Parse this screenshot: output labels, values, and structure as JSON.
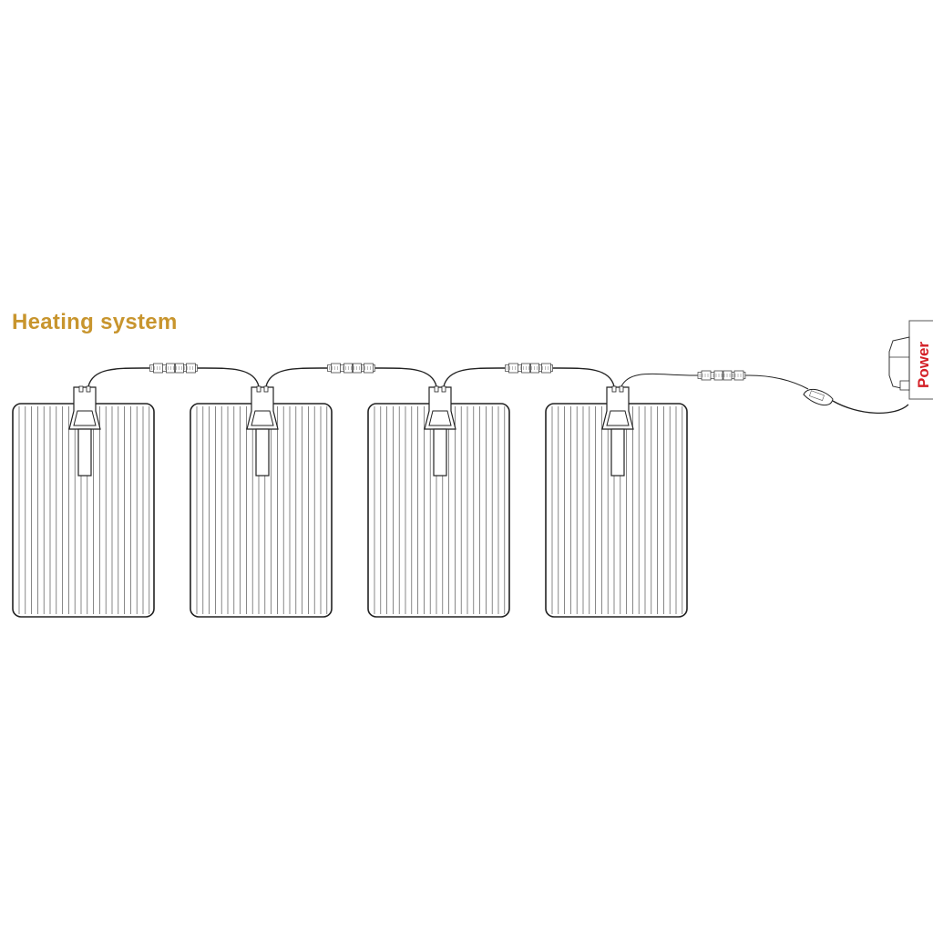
{
  "title": "Heating system",
  "power_label": "Power",
  "panel_count": 4,
  "colors": {
    "title": "#c8952e",
    "power_label": "#d42027",
    "line": "#222222"
  }
}
